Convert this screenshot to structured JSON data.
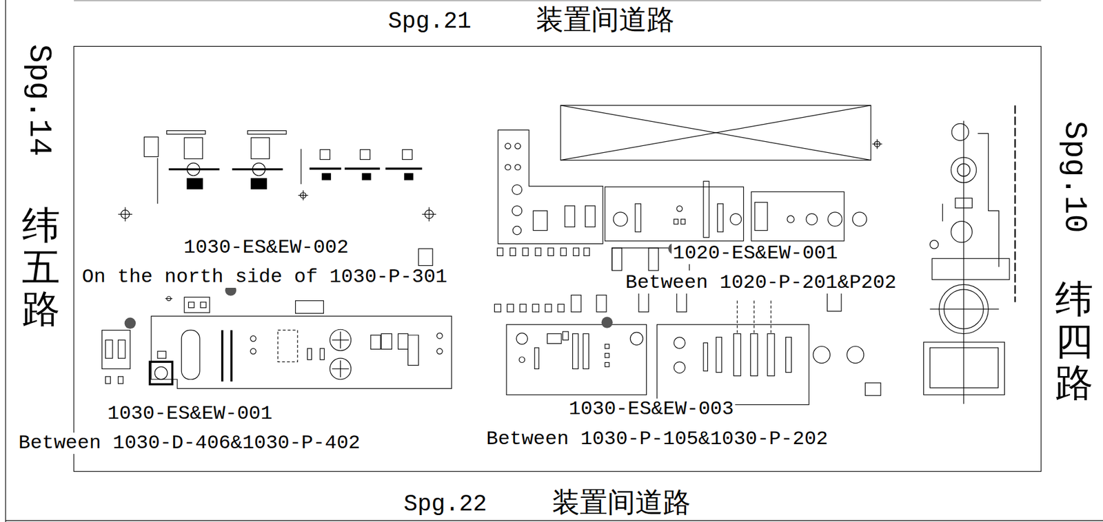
{
  "diagram": {
    "labels": [
      "Spg.21",
      "装置间道路",
      "Spg.22",
      "装置间道路",
      "Spg.14",
      "纬五路",
      "Spg.10",
      "纬四路",
      "1030-ES&EW-002",
      "On the north side of 1030-P-301",
      "1020-ES&EW-001",
      "Between 1020-P-201&P202",
      "1030-ES&EW-001",
      "Between 1030-D-406&1030-P-402",
      "1030-ES&EW-003",
      "Between 1030-P-105&1030-P-202"
    ]
  }
}
